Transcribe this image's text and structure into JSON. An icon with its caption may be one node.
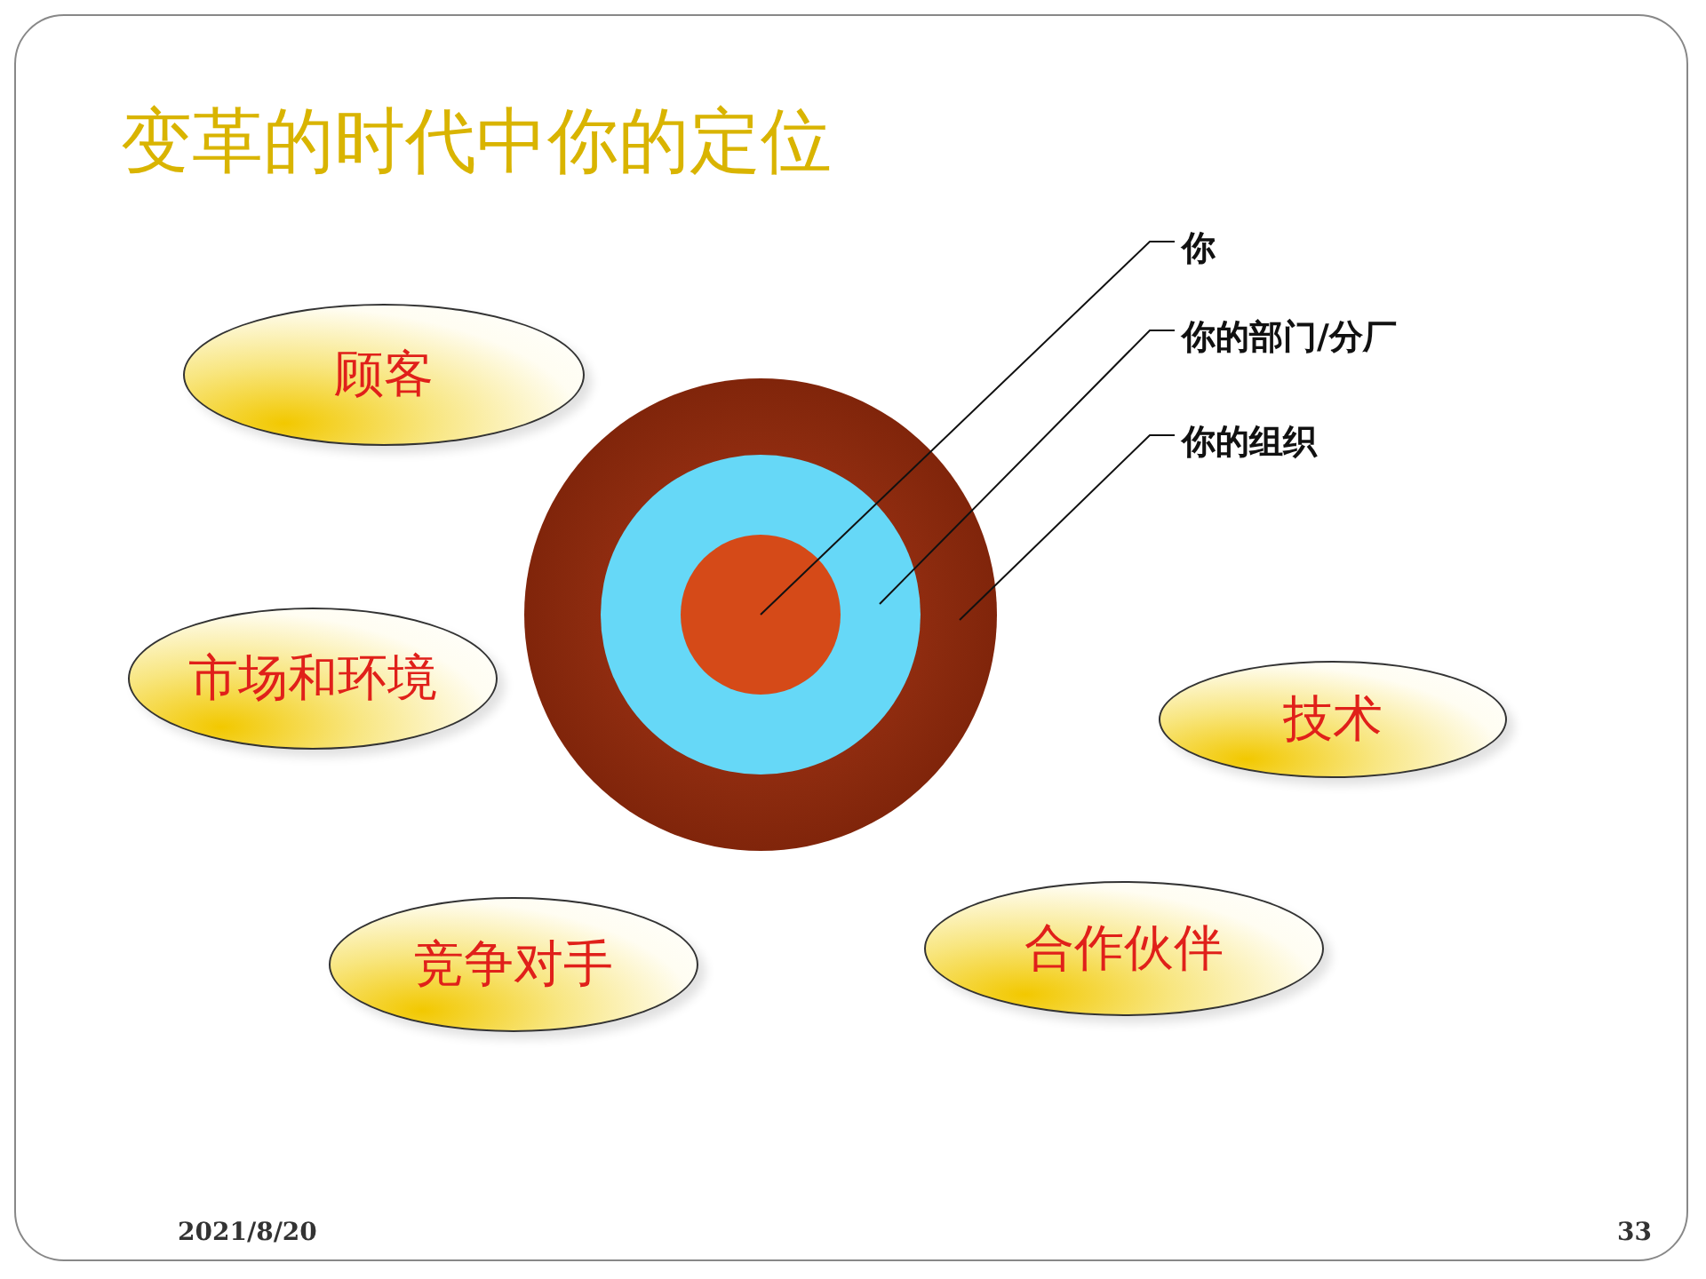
{
  "diagram": {
    "title": "变革的时代中你的定位",
    "nodes": [
      {
        "text": [
          "顾客"
        ]
      },
      {
        "text": [
          "你"
        ]
      },
      {
        "text": [
          "你的部门/分厂"
        ]
      },
      {
        "text": [
          "你的组织"
        ]
      },
      {
        "text": [],
        "shape": "circle"
      },
      {
        "text": [],
        "shape": "circle",
        "in": 4
      },
      {
        "text": [],
        "shape": "circle",
        "in": 5
      },
      {
        "text": [
          "市场和环境"
        ]
      },
      {
        "text": [
          "技术"
        ]
      },
      {
        "text": [
          "竞争对手"
        ]
      },
      {
        "text": [
          "合作伙伴"
        ]
      }
    ],
    "edges": [
      {
        "from": 1,
        "to": 6,
        "arrow": "none"
      },
      {
        "from": 2,
        "to": 5,
        "arrow": "none"
      },
      {
        "from": 3,
        "to": 4,
        "arrow": "none"
      }
    ],
    "labels": [
      "2021/8/20",
      "33"
    ]
  }
}
